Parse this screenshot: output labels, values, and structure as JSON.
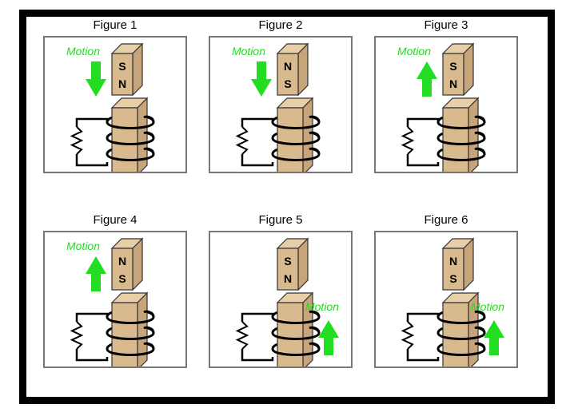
{
  "colors": {
    "arrow": "#22dd22",
    "block_front": "#d9b98e",
    "block_top": "#e8cfa8",
    "block_side": "#c7a47a",
    "outline": "#333333",
    "border": "#000000",
    "panel_border": "#777777"
  },
  "figures": [
    {
      "label": "Figure 1",
      "motion_label": "Motion",
      "direction": "down",
      "magnet_top_pole": "S",
      "magnet_bottom_pole": "N",
      "magnet_position": "above"
    },
    {
      "label": "Figure 2",
      "motion_label": "Motion",
      "direction": "down",
      "magnet_top_pole": "N",
      "magnet_bottom_pole": "S",
      "magnet_position": "above"
    },
    {
      "label": "Figure 3",
      "motion_label": "Motion",
      "direction": "up",
      "magnet_top_pole": "S",
      "magnet_bottom_pole": "N",
      "magnet_position": "above"
    },
    {
      "label": "Figure 4",
      "motion_label": "Motion",
      "direction": "up",
      "magnet_top_pole": "N",
      "magnet_bottom_pole": "S",
      "magnet_position": "above"
    },
    {
      "label": "Figure 5",
      "motion_label": "Motion",
      "direction": "up",
      "magnet_top_pole": "S",
      "magnet_bottom_pole": "N",
      "magnet_position": "above",
      "coil_moves": true
    },
    {
      "label": "Figure 6",
      "motion_label": "Motion",
      "direction": "up",
      "magnet_top_pole": "N",
      "magnet_bottom_pole": "S",
      "magnet_position": "above",
      "coil_moves": true
    }
  ]
}
